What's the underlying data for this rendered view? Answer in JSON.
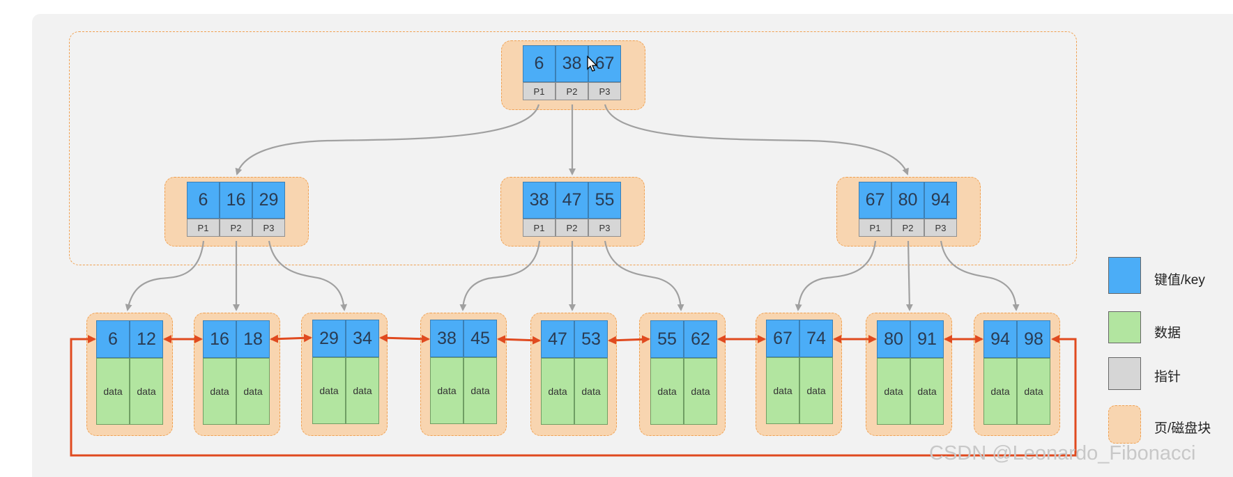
{
  "root": {
    "keys": [
      "6",
      "38",
      "67"
    ],
    "pointers": [
      "P1",
      "P2",
      "P3"
    ]
  },
  "internal": [
    {
      "keys": [
        "6",
        "16",
        "29"
      ],
      "pointers": [
        "P1",
        "P2",
        "P3"
      ]
    },
    {
      "keys": [
        "38",
        "47",
        "55"
      ],
      "pointers": [
        "P1",
        "P2",
        "P3"
      ]
    },
    {
      "keys": [
        "67",
        "80",
        "94"
      ],
      "pointers": [
        "P1",
        "P2",
        "P3"
      ]
    }
  ],
  "leaves": [
    {
      "keys": [
        "6",
        "12"
      ],
      "data": [
        "data",
        "data"
      ]
    },
    {
      "keys": [
        "16",
        "18"
      ],
      "data": [
        "data",
        "data"
      ]
    },
    {
      "keys": [
        "29",
        "34"
      ],
      "data": [
        "data",
        "data"
      ]
    },
    {
      "keys": [
        "38",
        "45"
      ],
      "data": [
        "data",
        "data"
      ]
    },
    {
      "keys": [
        "47",
        "53"
      ],
      "data": [
        "data",
        "data"
      ]
    },
    {
      "keys": [
        "55",
        "62"
      ],
      "data": [
        "data",
        "data"
      ]
    },
    {
      "keys": [
        "67",
        "74"
      ],
      "data": [
        "data",
        "data"
      ]
    },
    {
      "keys": [
        "80",
        "91"
      ],
      "data": [
        "data",
        "data"
      ]
    },
    {
      "keys": [
        "94",
        "98"
      ],
      "data": [
        "data",
        "data"
      ]
    }
  ],
  "legend": [
    {
      "label": "键值/key",
      "color": "#4badf7"
    },
    {
      "label": "数据",
      "color": "#b2e5a0"
    },
    {
      "label": "指针",
      "color": "#d6d6d6"
    },
    {
      "label": "页/磁盘块",
      "color": "#f8d5b0"
    }
  ],
  "watermark": "CSDN @Leonardo_Fibonacci",
  "colors": {
    "key": "#4badf7",
    "data": "#b2e5a0",
    "pointer": "#d6d6d6",
    "page": "#f8d5b0",
    "page_border": "#f0a050",
    "link_arrow": "#e04a1f",
    "tree_arrow": "#a0a0a0"
  }
}
